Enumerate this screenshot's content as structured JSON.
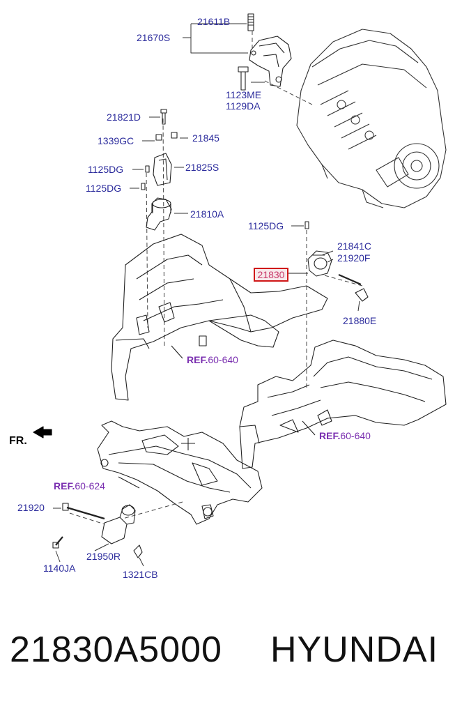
{
  "labels": {
    "l21611B": "21611B",
    "l21670S": "21670S",
    "l1123ME": "1123ME",
    "l1129DA": "1129DA",
    "l21821D": "21821D",
    "l1339GC": "1339GC",
    "l21845": "21845",
    "l1125DG_a": "1125DG",
    "l21825S": "21825S",
    "l1125DG_b": "1125DG",
    "l21810A": "21810A",
    "l1125DG_c": "1125DG",
    "l21841C": "21841C",
    "l21920F": "21920F",
    "l21830": "21830",
    "l21880E": "21880E",
    "l21920": "21920",
    "l21950R": "21950R",
    "l1140JA": "1140JA",
    "l1321CB": "1321CB",
    "fr": "FR."
  },
  "refs": {
    "ref1": {
      "prefix": "REF.",
      "num": "60-640"
    },
    "ref2": {
      "prefix": "REF.",
      "num": "60-640"
    },
    "ref3": {
      "prefix": "REF.",
      "num": "60-624"
    }
  },
  "highlight_color": "#d01818",
  "footer": {
    "part_number": "21830A5000",
    "brand": "HYUNDAI"
  }
}
